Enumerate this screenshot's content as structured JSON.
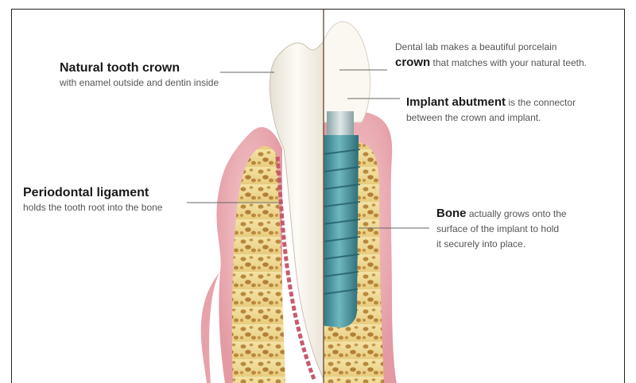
{
  "labels": {
    "natural_crown": {
      "title": "Natural tooth crown",
      "line1": "with enamel outside and dentin inside"
    },
    "ligament": {
      "title": "Periodontal ligament",
      "line1": "holds the tooth root into the bone"
    },
    "porcelain": {
      "line1": "Dental lab makes a beautiful porcelain",
      "bold": "crown",
      "line2": " that matches with your natural teeth."
    },
    "abutment": {
      "title": "Implant abutment",
      "line1": " is the connector",
      "line2": "between the crown and implant."
    },
    "bone": {
      "title": "Bone",
      "line1": " actually grows onto the",
      "line2": "surface of the implant to hold",
      "line3": "it securely into place."
    }
  },
  "colors": {
    "gum": "#e7a2a9",
    "bone": "#ecd48a",
    "implant": "#4a9ba6",
    "tooth": "#f8f5ee",
    "ligament": "#c85a6c"
  }
}
